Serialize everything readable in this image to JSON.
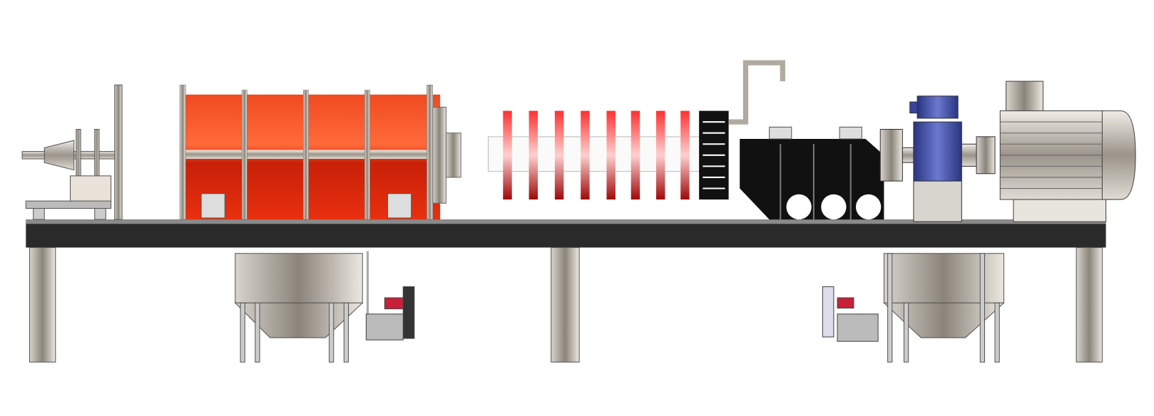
{
  "scene": {
    "subject": "machine",
    "colors": {
      "drum": "#e8300f",
      "discs": "#d81818",
      "frame": "#2a2a2a",
      "steel": "#b8b2a8",
      "gearbox": "#4a55b0",
      "housing": "#111111"
    },
    "disc_count": 8,
    "tank_count": 2
  }
}
